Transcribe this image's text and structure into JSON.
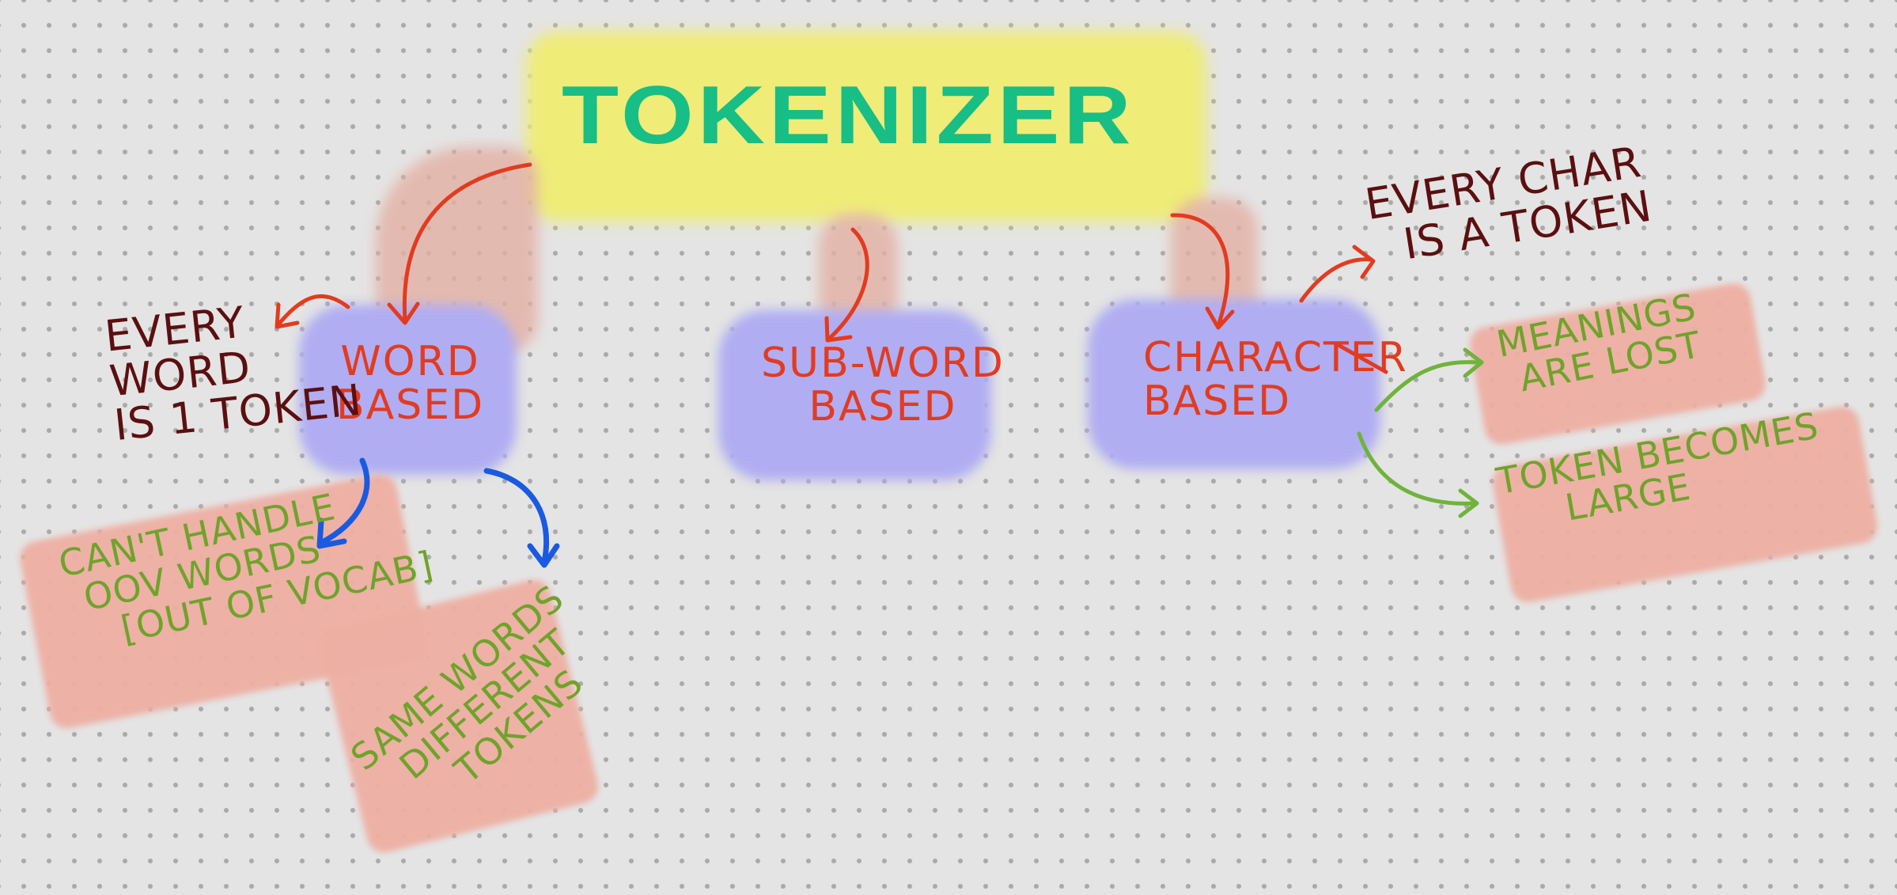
{
  "title": "TOKENIZER",
  "nodes": {
    "word": [
      "WORD",
      "BASED"
    ],
    "subword": [
      "SUB-WORD",
      "BASED"
    ],
    "character": [
      "CHARACTER",
      "BASED"
    ]
  },
  "notes": {
    "every_word": [
      "EVERY",
      "WORD",
      "IS 1 TOKEN"
    ],
    "every_char": [
      "EVERY CHAR",
      "IS A TOKEN"
    ],
    "cant_handle": [
      "CAN'T HANDLE",
      "OOV WORDS",
      "[OUT OF VOCAB]"
    ],
    "same_words": [
      "SAME WORDS",
      "DIFFERENT",
      "TOKENS"
    ],
    "meanings_lost": [
      "MEANINGS",
      "ARE LOST"
    ],
    "token_large": [
      "TOKEN BECOMES",
      "LARGE"
    ]
  },
  "colors": {
    "background": "#e4e4e4",
    "title": "#17be86",
    "title_highlight": "#efec78",
    "node_fill": "#b0adf2",
    "node_text": "#e23b20",
    "note_fill": "#eeafa3",
    "note_text": "#6fa32a",
    "dark_text": "#5c0f10",
    "arrow_red": "#e23b20",
    "arrow_blue": "#1a5ae0",
    "arrow_green": "#6fb33c"
  }
}
